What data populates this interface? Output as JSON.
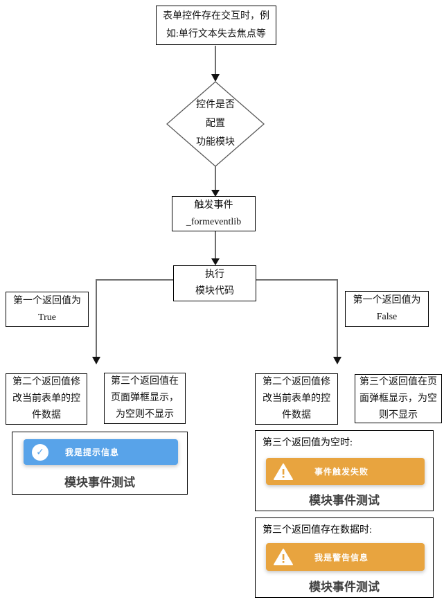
{
  "flowchart": {
    "start_box": "表单控件存在交互时，例如:单行文本失去焦点等",
    "decision": {
      "line1": "控件是否",
      "line2": "配置",
      "line3": "功能模块"
    },
    "trigger_box": {
      "line1": "触发事件",
      "line2": "_formeventlib"
    },
    "execute_box": {
      "line1": "执行",
      "line2": "模块代码"
    },
    "true_box": {
      "line1": "第一个返回值为",
      "line2": "True"
    },
    "false_box": {
      "line1": "第一个返回值为",
      "line2": "False"
    },
    "second_return": "第二个返回值修改当前表单的控件数据",
    "third_return": "第三个返回值在页面弹框显示，为空则不显示"
  },
  "panels": {
    "success": {
      "toast_text": "我是提示信息",
      "caption": "模块事件测试",
      "icon": "check-circle-icon",
      "toast_color": "#58a3e9"
    },
    "warning_empty": {
      "label": "第三个返回值为空时:",
      "toast_text": "事件触发失败",
      "caption": "模块事件测试",
      "icon": "warning-triangle-icon",
      "toast_color": "#e8a43f"
    },
    "warning_data": {
      "label": "第三个返回值存在数据时:",
      "toast_text": "我是警告信息",
      "caption": "模块事件测试",
      "icon": "warning-triangle-icon",
      "toast_color": "#e8a43f"
    }
  },
  "icons": {
    "check_glyph": "✓",
    "warn_glyph": "!"
  },
  "colors": {
    "box_border": "#000000",
    "connector_line": "#6e6e6e",
    "arrowhead": "#111111",
    "toast_blue": "#58a3e9",
    "toast_orange": "#e8a43f",
    "caption_text": "#3f3f3f"
  }
}
